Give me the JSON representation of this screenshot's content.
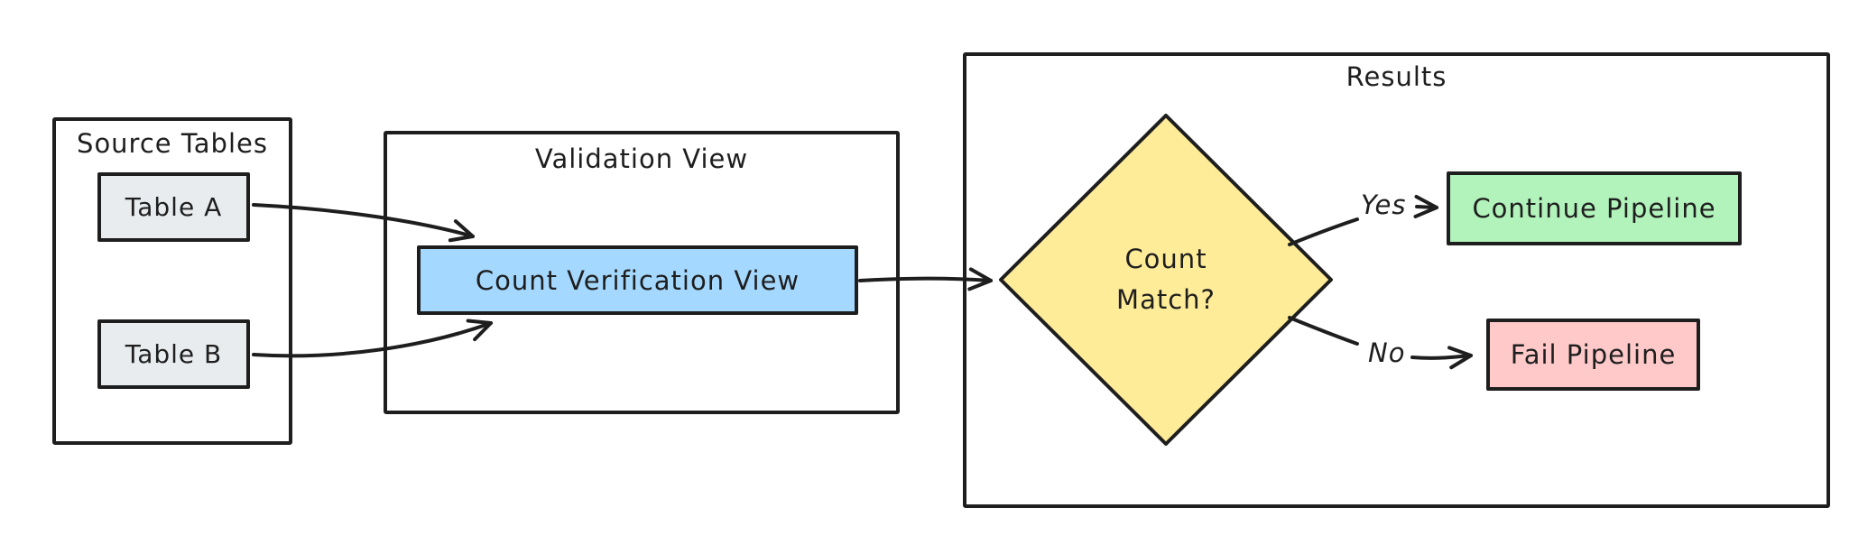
{
  "diagram": {
    "colors": {
      "background": "#ffffff",
      "stroke": "#1e1e1e"
    },
    "containers": {
      "source_tables": {
        "title": "Source Tables"
      },
      "validation_view": {
        "title": "Validation View"
      },
      "results": {
        "title": "Results"
      }
    },
    "nodes": {
      "table_a": {
        "label": "Table A",
        "fill": "#e9ecef"
      },
      "table_b": {
        "label": "Table B",
        "fill": "#e9ecef"
      },
      "count_verification_view": {
        "label": "Count Verification View",
        "fill": "#a5d8ff"
      },
      "count_match": {
        "label_line1": "Count",
        "label_line2": "Match?",
        "fill": "#ffec99"
      },
      "continue_pipeline": {
        "label": "Continue Pipeline",
        "fill": "#b2f2bb"
      },
      "fail_pipeline": {
        "label": "Fail Pipeline",
        "fill": "#ffc9c9"
      }
    },
    "edge_labels": {
      "yes": "Yes",
      "no": "No"
    }
  }
}
